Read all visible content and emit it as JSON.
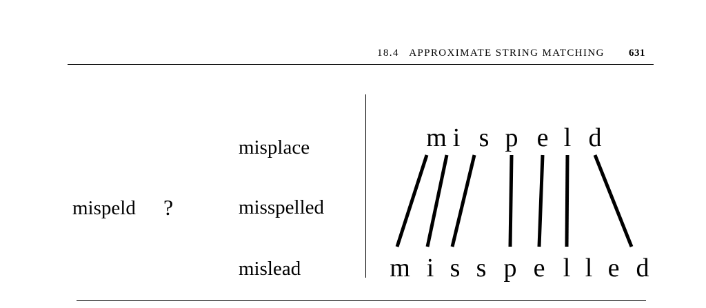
{
  "header": {
    "section": "18.4",
    "title": "APPROXIMATE STRING MATCHING",
    "page_number": "631"
  },
  "query": {
    "word": "mispeld",
    "mark": "?"
  },
  "candidates": [
    "misplace",
    "misspelled",
    "mislead"
  ],
  "alignment": {
    "top_letters": [
      "m",
      "i",
      "s",
      "p",
      "e",
      "l",
      "d"
    ],
    "bottom_letters": [
      "m",
      "i",
      "s",
      "s",
      "p",
      "e",
      "l",
      "l",
      "e",
      "d"
    ],
    "links": [
      [
        0,
        0
      ],
      [
        1,
        1
      ],
      [
        2,
        2
      ],
      [
        3,
        4
      ],
      [
        4,
        5
      ],
      [
        5,
        6
      ],
      [
        6,
        9
      ]
    ]
  }
}
